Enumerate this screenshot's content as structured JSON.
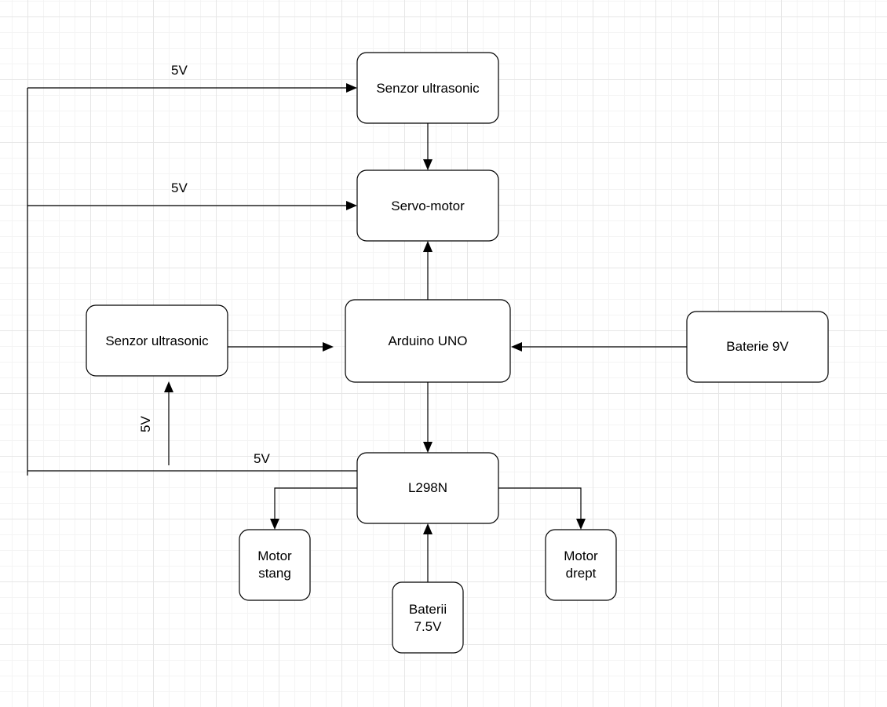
{
  "nodes": {
    "senzor_top": "Senzor ultrasonic",
    "servo": "Servo-motor",
    "senzor_left": "Senzor ultrasonic",
    "arduino": "Arduino UNO",
    "baterie9": "Baterie 9V",
    "l298n": "L298N",
    "motor_stang": [
      "Motor",
      "stang"
    ],
    "motor_drept": [
      "Motor",
      "drept"
    ],
    "baterii75": [
      "Baterii",
      "7.5V"
    ]
  },
  "edge_labels": {
    "senzor_top_supply": "5V",
    "servo_supply": "5V",
    "l298n_5v_out": "5V",
    "senzor_left_supply": "5V"
  }
}
